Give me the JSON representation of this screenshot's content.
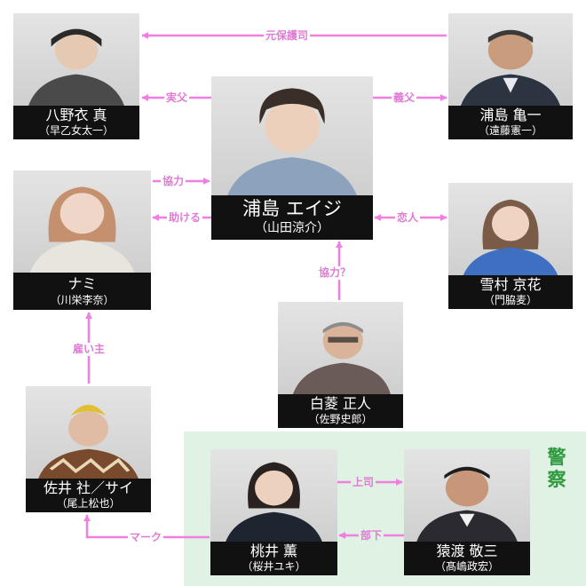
{
  "police_label": "警察",
  "colors": {
    "arrow": "#f07fe0",
    "label": "#e07bd4",
    "police_bg": "#dff2e4",
    "police_text": "#2f9a3e",
    "plate": "#111111"
  },
  "characters": {
    "yanoi": {
      "name": "八野衣 真",
      "actor": "（早乙女太一）"
    },
    "kameichi": {
      "name": "浦島 亀一",
      "actor": "（遠藤憲一）"
    },
    "eiji": {
      "name": "浦島 エイジ",
      "actor": "（山田涼介）"
    },
    "nami": {
      "name": "ナミ",
      "actor": "（川栄李奈）"
    },
    "kyoka": {
      "name": "雪村 京花",
      "actor": "（門脇麦）"
    },
    "shirobishi": {
      "name": "白菱 正人",
      "actor": "（佐野史郎）"
    },
    "sai": {
      "name": "佐井 社／サイ",
      "actor": "（尾上松也）"
    },
    "momoi": {
      "name": "桃井 薫",
      "actor": "（桜井ユキ）"
    },
    "saruwatari": {
      "name": "猿渡 敬三",
      "actor": "（髙嶋政宏）"
    }
  },
  "relations": {
    "former_guardian": "元保護司",
    "real_father": "実父",
    "step_father": "義父",
    "cooperate": "協力",
    "help": "助ける",
    "lover": "恋人",
    "cooperate_q": "協力？",
    "employer": "雇い主",
    "mark": "マーク",
    "boss": "上司",
    "subordinate": "部下"
  }
}
